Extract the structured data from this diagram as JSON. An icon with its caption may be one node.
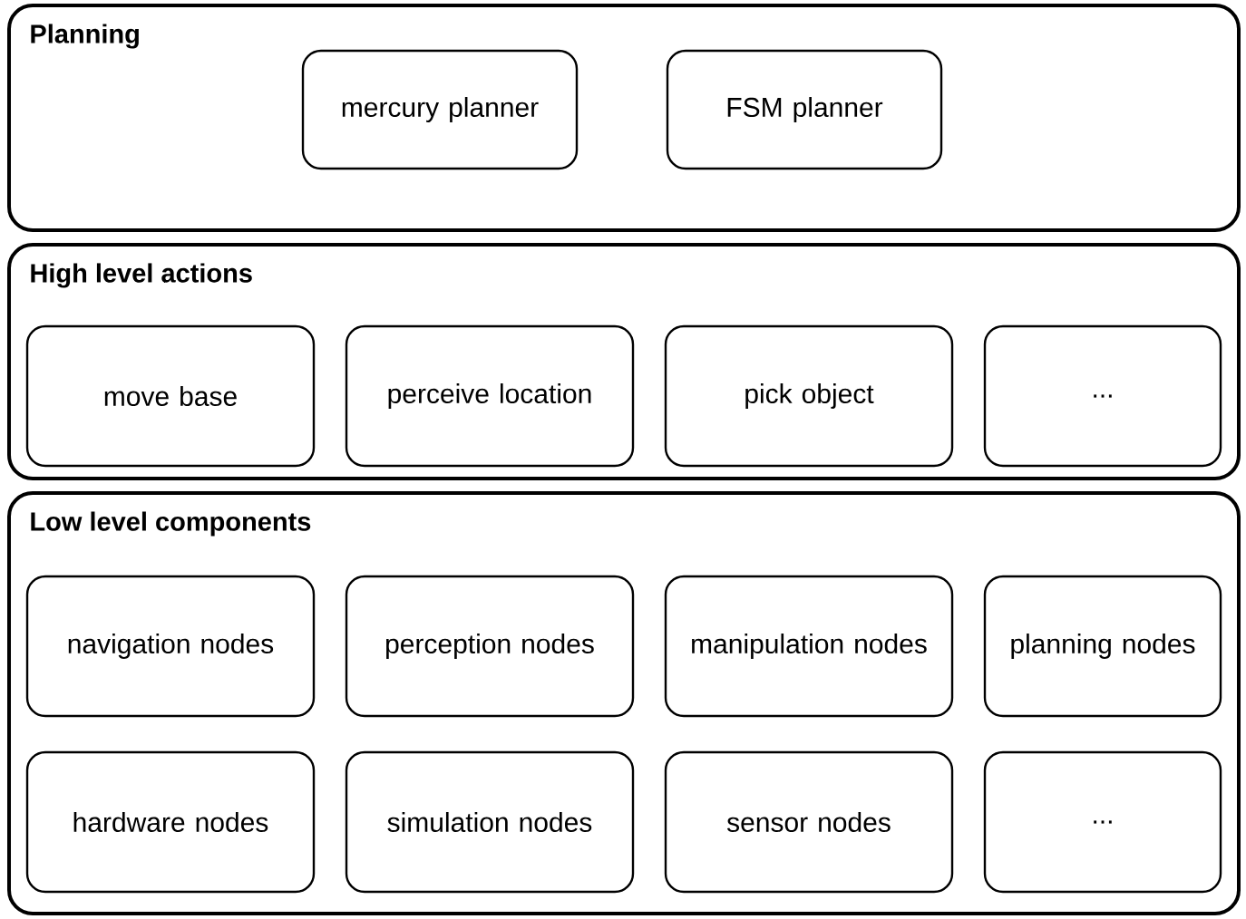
{
  "diagram": {
    "nodes": [
      {
        "text": [
          "Planning"
        ]
      },
      {
        "text": [
          "mercury planner"
        ],
        "in": 0
      },
      {
        "text": [
          "FSM planner"
        ],
        "in": 0
      },
      {
        "text": [
          "High level actions"
        ]
      },
      {
        "text": [
          "move base"
        ],
        "in": 3
      },
      {
        "text": [
          "perceive location"
        ],
        "in": 3
      },
      {
        "text": [
          "pick object"
        ],
        "in": 3
      },
      {
        "text": [
          "..."
        ],
        "in": 3
      },
      {
        "text": [
          "Low level components"
        ]
      },
      {
        "text": [
          "navigation nodes"
        ],
        "in": 8
      },
      {
        "text": [
          "perception nodes"
        ],
        "in": 8
      },
      {
        "text": [
          "manipulation nodes"
        ],
        "in": 8
      },
      {
        "text": [
          "planning nodes"
        ],
        "in": 8
      },
      {
        "text": [
          "hardware nodes"
        ],
        "in": 8
      },
      {
        "text": [
          "simulation nodes"
        ],
        "in": 8
      },
      {
        "text": [
          "sensor nodes"
        ],
        "in": 8
      },
      {
        "text": [
          "..."
        ],
        "in": 8
      }
    ]
  }
}
